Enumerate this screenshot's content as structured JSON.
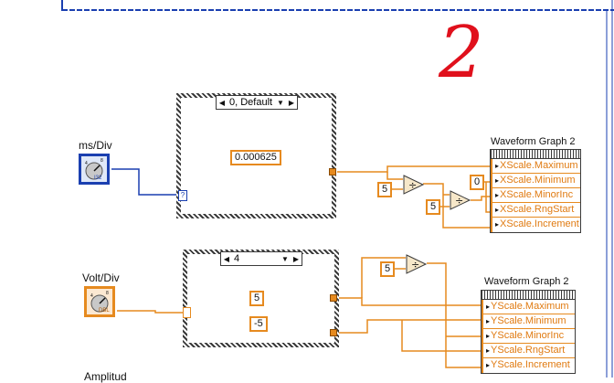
{
  "annotation": "2",
  "controls": {
    "ms_div": {
      "label": "ms/Div",
      "subtext": "I32"
    },
    "volt_div": {
      "label": "Volt/Div",
      "subtext": "DBL"
    },
    "partial_label": "Amplitud"
  },
  "case_top": {
    "selector": "0, Default",
    "constant": "0.000625"
  },
  "case_bottom": {
    "selector": "4",
    "constant_a": "5",
    "constant_b": "-5"
  },
  "x_constants": {
    "five_a": "5",
    "five_b": "5",
    "zero": "0"
  },
  "y_constants": {
    "five": "5"
  },
  "graph_x": {
    "title": "Waveform Graph 2",
    "rows": [
      "XScale.Maximum",
      "XScale.Minimum",
      "XScale.MinorInc",
      "XScale.RngStart",
      "XScale.Increment"
    ]
  },
  "graph_y": {
    "title": "Waveform Graph 2",
    "rows": [
      "YScale.Maximum",
      "YScale.Minimum",
      "YScale.MinorInc",
      "YScale.RngStart",
      "YScale.Increment"
    ]
  },
  "colors": {
    "wire_numeric": "#e68a1f",
    "wire_integer": "#1a3fb0",
    "annotation_red": "#e0101c",
    "frame_blue": "#1a3fb0"
  },
  "icons": {
    "divide": "divide-icon",
    "knob": "knob-icon"
  }
}
